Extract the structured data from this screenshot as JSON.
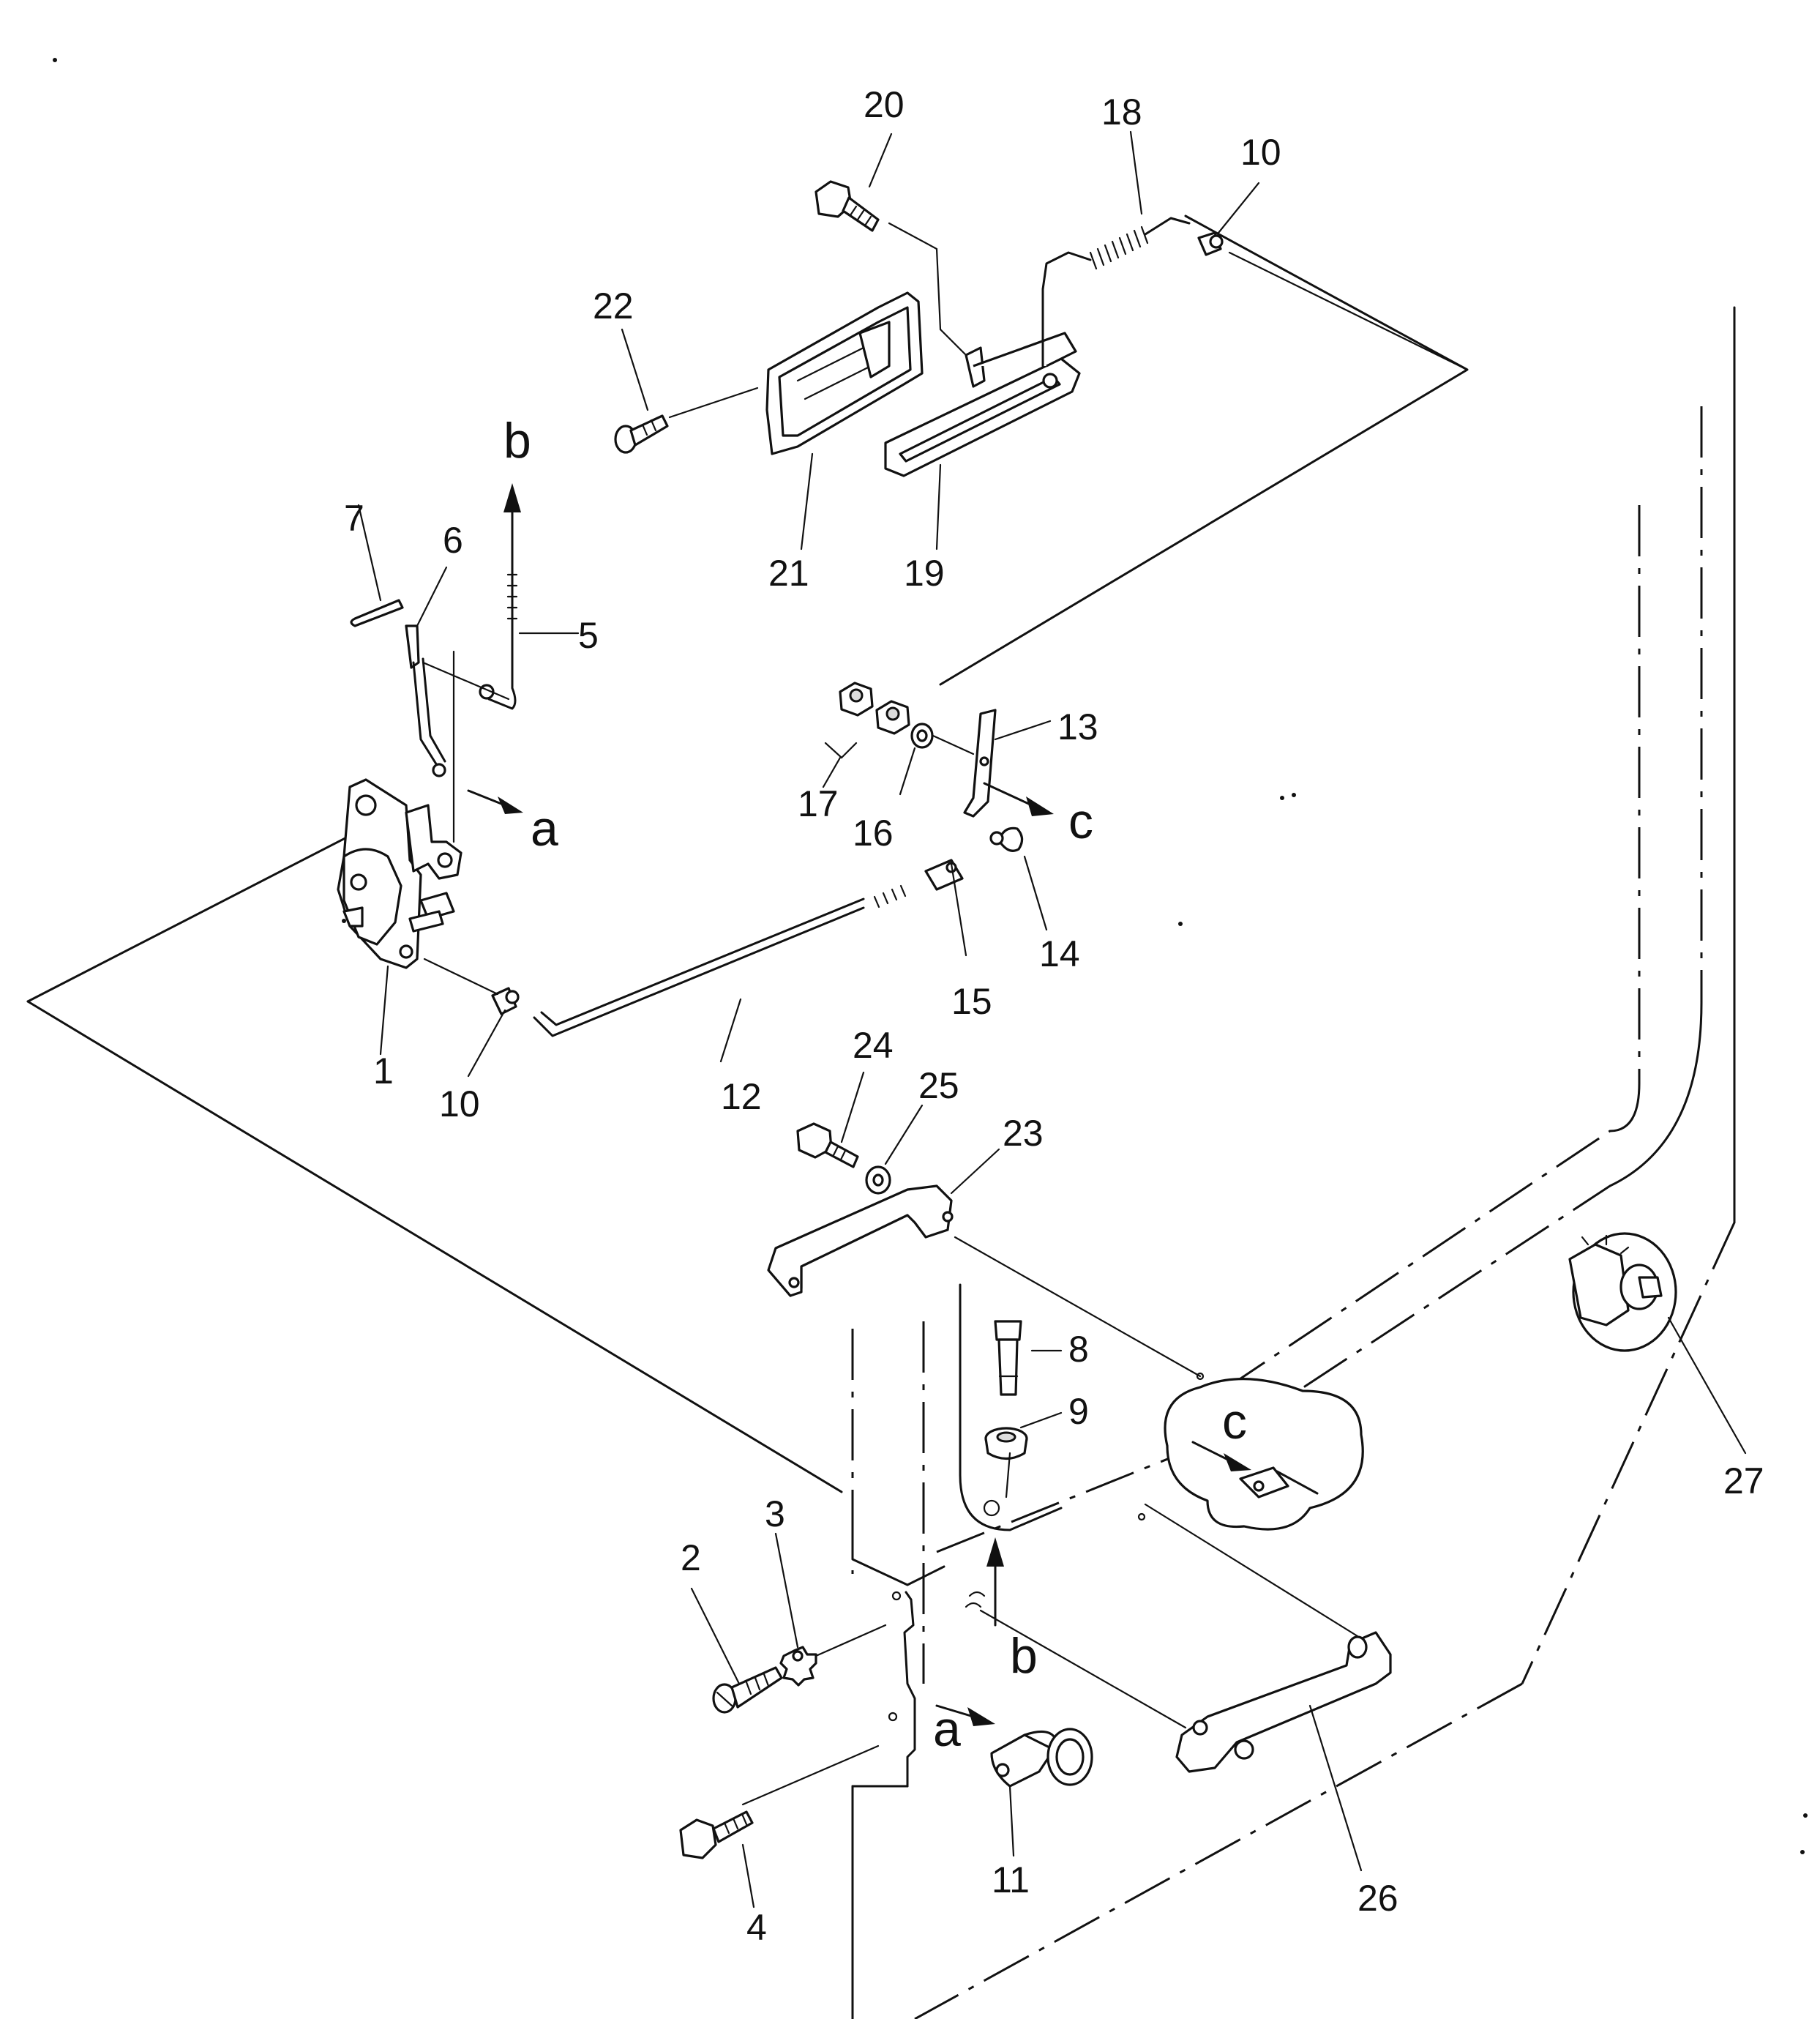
{
  "labels": {
    "p1": "1",
    "p2": "2",
    "p3": "3",
    "p4": "4",
    "p5": "5",
    "p6": "6",
    "p7": "7",
    "p8": "8",
    "p9": "9",
    "p10a": "10",
    "p10b": "10",
    "p11": "11",
    "p12": "12",
    "p13": "13",
    "p14": "14",
    "p15": "15",
    "p16": "16",
    "p17": "17",
    "p18": "18",
    "p19": "19",
    "p20": "20",
    "p21": "21",
    "p22": "22",
    "p23": "23",
    "p24": "24",
    "p25": "25",
    "p26": "26",
    "p27": "27"
  },
  "refs": {
    "a_top": "a",
    "a_bottom": "a",
    "b_top": "b",
    "b_bottom": "b",
    "c_top": "c",
    "c_bottom": "c"
  }
}
